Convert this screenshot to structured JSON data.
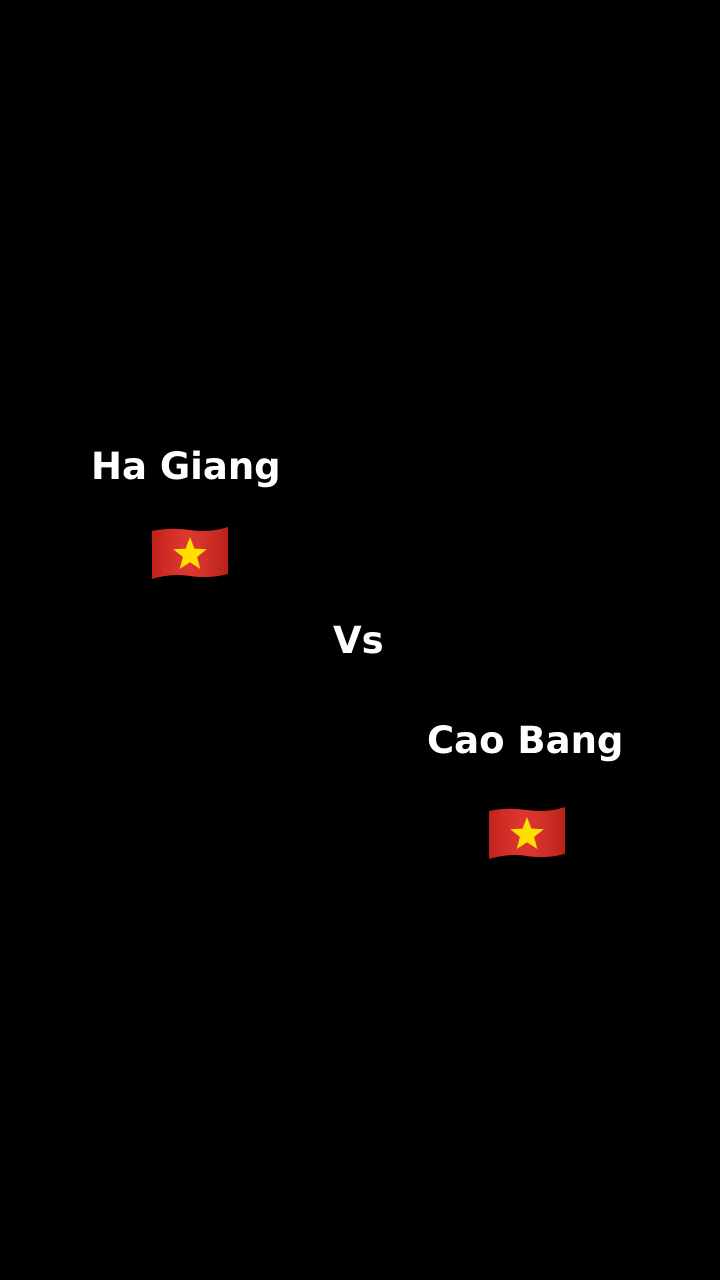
{
  "left": {
    "name": "Ha Giang",
    "flag_icon": "vietnam-flag-icon"
  },
  "versus": {
    "text": "Vs"
  },
  "right": {
    "name": "Cao Bang",
    "flag_icon": "vietnam-flag-icon"
  },
  "colors": {
    "background": "#000000",
    "text": "#ffffff",
    "flag_red": "#da251d",
    "flag_star": "#ffde00"
  }
}
